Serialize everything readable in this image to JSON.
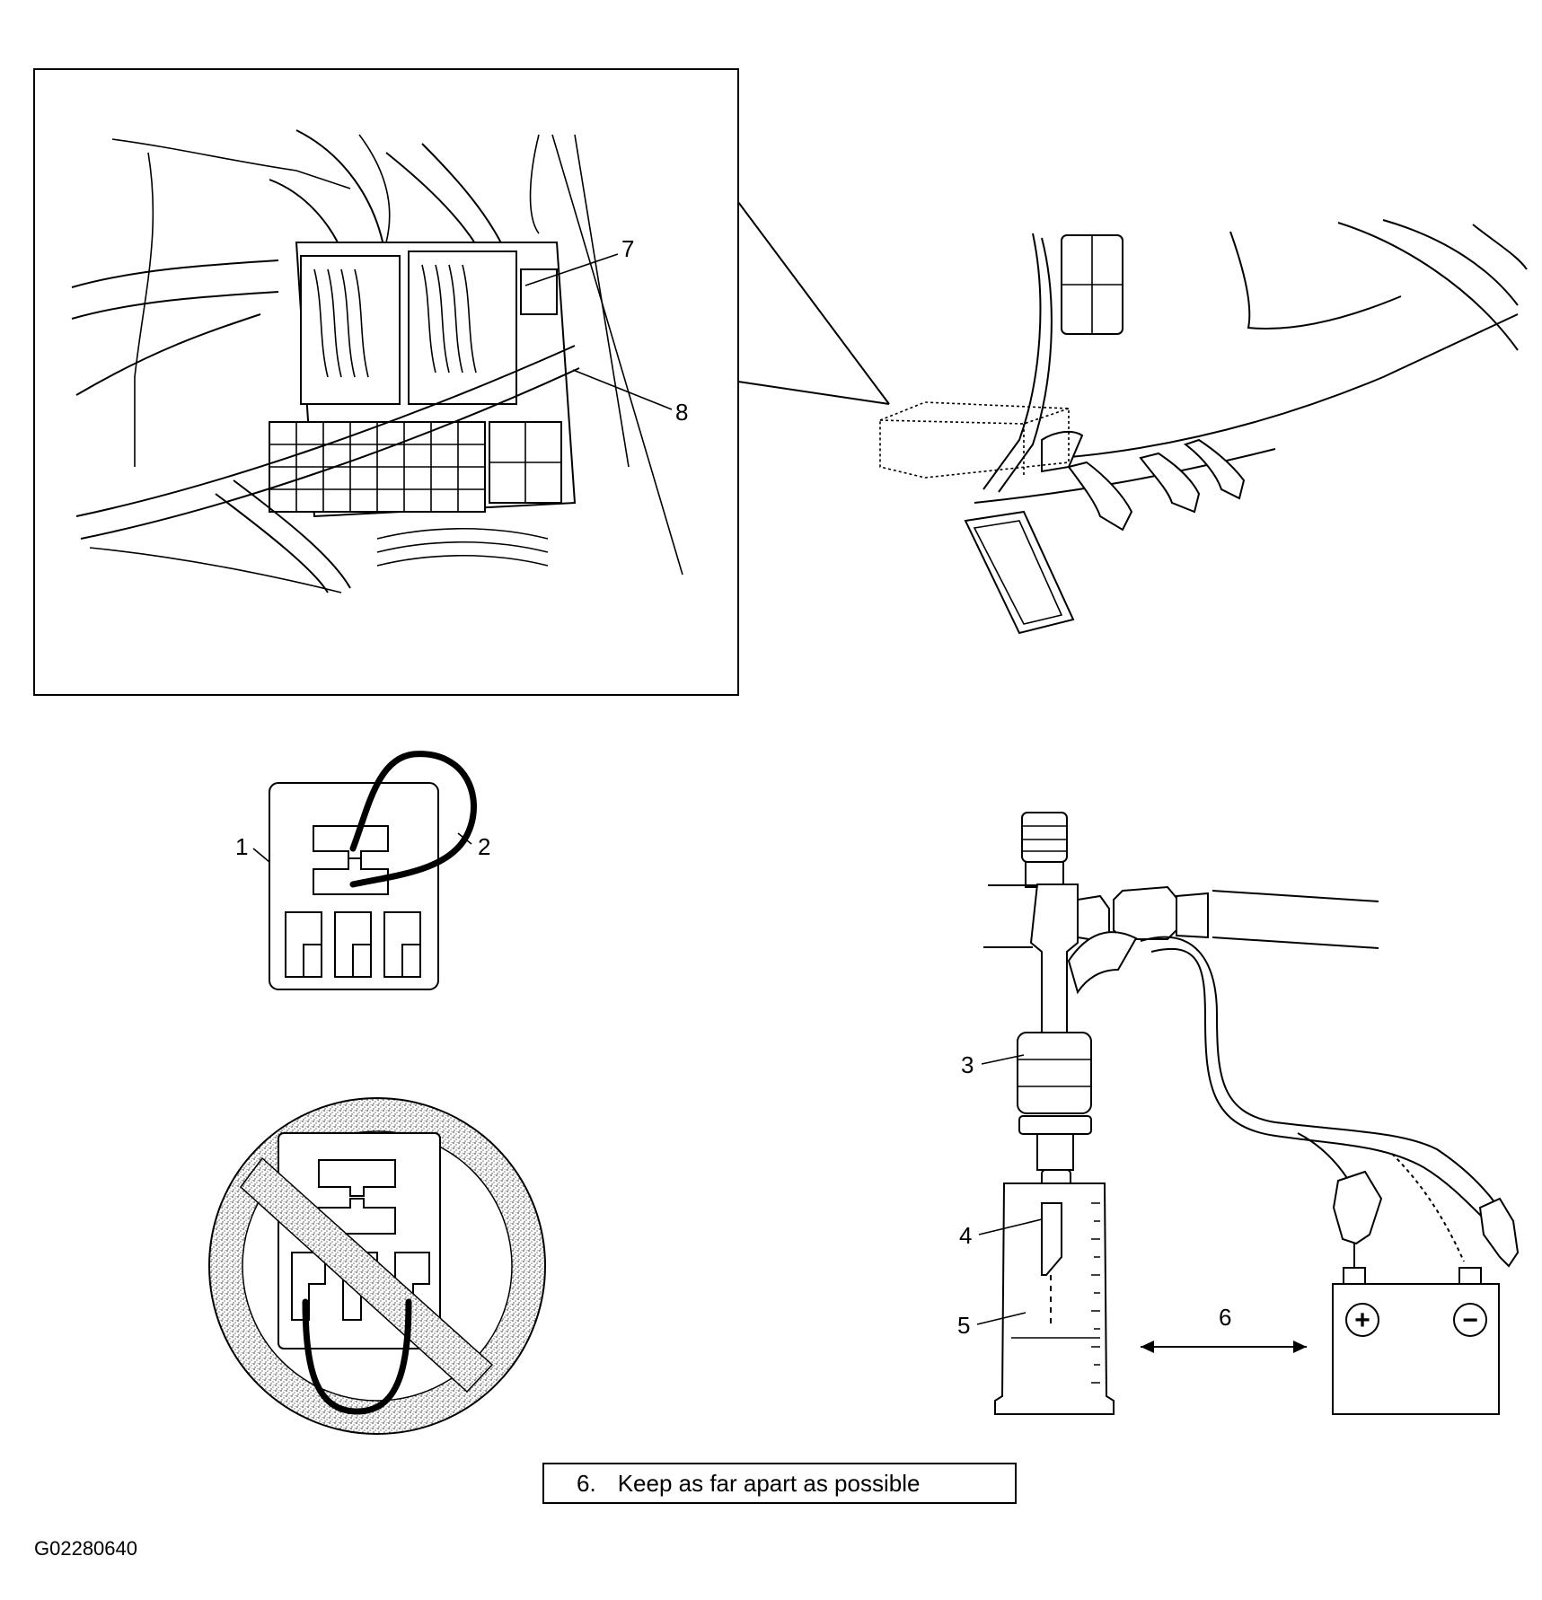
{
  "callouts": {
    "c1": "1",
    "c2": "2",
    "c3": "3",
    "c4": "4",
    "c5": "5",
    "c6": "6",
    "c7": "7",
    "c8": "8"
  },
  "legend": {
    "number": "6.",
    "text": "Keep as far apart as possible"
  },
  "figure_code": "G02280640",
  "battery": {
    "positive_symbol": "+",
    "negative_symbol": "−"
  }
}
